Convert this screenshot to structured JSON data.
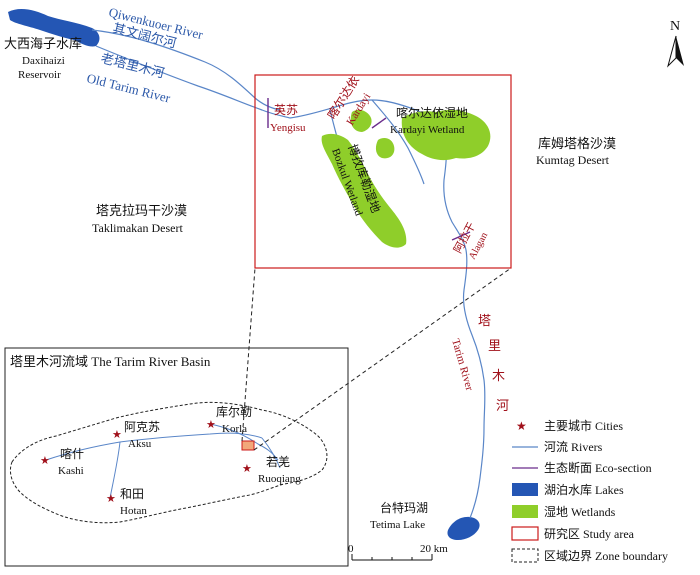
{
  "colors": {
    "river": "#5a86c8",
    "lake": "#2456b4",
    "wetland": "#8fce2a",
    "study_area": "#cc1a1a",
    "eco_section": "#6a2c8c",
    "city": "#b00f1c",
    "label_blue": "#2a57a8",
    "label_red": "#a0101a"
  },
  "labels": {
    "daxihaizi_cn": "大西海子水库",
    "daxihaizi_en1": "Daxihaizi",
    "daxihaizi_en2": "Reservoir",
    "qiwenkuoer_en": "Qiwenkuoer River",
    "qiwenkuoer_cn": "其文阔尔河",
    "old_tarim_cn": "老塔里木河",
    "old_tarim_en": "Old Tarim River",
    "yingsu_cn": "英苏",
    "yingsu_en": "Yengisu",
    "kardayi_sec_cn": "喀尔达依",
    "kardayi_sec_en": "Kardayi",
    "kardayi_wet_cn": "喀尔达依湿地",
    "kardayi_wet_en": "Kardayi Wetland",
    "bozkul_cn": "博孜库勒湿地",
    "bozkul_en": "Bozkul Wetland",
    "kumtag_cn": "库姆塔格沙漠",
    "kumtag_en": "Kumtag Desert",
    "taklimakan_cn": "塔克拉玛干沙漠",
    "taklimakan_en": "Taklimakan Desert",
    "alagan_cn": "阿拉干",
    "alagan_en": "Alagan",
    "tarim_cn_1": "塔",
    "tarim_cn_2": "里",
    "tarim_cn_3": "木",
    "tarim_cn_4": "河",
    "tarim_en": "Tarim River",
    "tetima_cn": "台特玛湖",
    "tetima_en": "Tetima Lake",
    "north": "N"
  },
  "inset": {
    "title": "塔里木河流域 The Tarim River Basin",
    "cities": [
      {
        "cn": "阿克苏",
        "en": "Aksu"
      },
      {
        "cn": "喀什",
        "en": "Kashi"
      },
      {
        "cn": "和田",
        "en": "Hotan"
      },
      {
        "cn": "库尔勒",
        "en": "Korla"
      },
      {
        "cn": "若羌",
        "en": "Ruoqiang"
      }
    ]
  },
  "scale": {
    "start": "0",
    "end": "20 km"
  },
  "legend": {
    "items": [
      {
        "symbol": "star",
        "label": "主要城市 Cities"
      },
      {
        "symbol": "line-blue",
        "label": "河流 Rivers"
      },
      {
        "symbol": "line-purple",
        "label": "生态断面 Eco-section"
      },
      {
        "symbol": "lake-box",
        "label": "湖泊水库 Lakes"
      },
      {
        "symbol": "wetland-box",
        "label": "湿地 Wetlands"
      },
      {
        "symbol": "red-box",
        "label": "研究区 Study area"
      },
      {
        "symbol": "dashed-box",
        "label": "区域边界 Zone boundary"
      }
    ]
  }
}
